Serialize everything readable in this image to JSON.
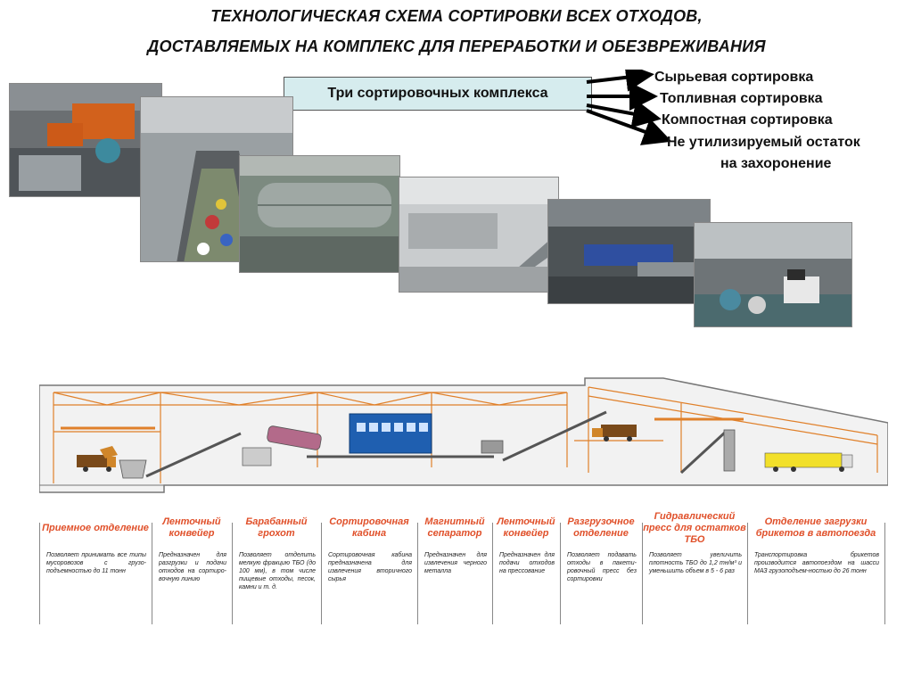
{
  "title_line1": "ТЕХНОЛОГИЧЕСКАЯ СХЕМА СОРТИРОВКИ ВСЕХ ОТХОДОВ,",
  "title_line2": "ДОСТАВЛЯЕМЫХ НА КОМПЛЕКС ДЛЯ ПЕРЕРАБОТКИ И ОБЕЗВРЕЖИВАНИЯ",
  "complex_box": "Три сортировочных комплекса",
  "branches": [
    "Сырьевая сортировка",
    "Топливная сортировка",
    "Компостная сортировка",
    "Не утилизируемый остаток",
    "на захоронение"
  ],
  "colors": {
    "box_fill": "#d6ecee",
    "frame_orange": "#e0802a",
    "heading_red": "#e0502a",
    "cabin_blue": "#1f5fb0"
  },
  "stages": [
    {
      "title": "Приемное отделение",
      "desc": "Позволяет принимать все типы мусоровозов с грузо-подъемностью до 11 тонн"
    },
    {
      "title": "Ленточный конвейер",
      "desc": "Предназначен для разгрузки и подачи отходов на сортиро-вочную линию"
    },
    {
      "title": "Барабанный грохот",
      "desc": "Позволяет отделить мелкую фракцию ТБО (до 100 мм), в том числе пищевые отходы, песок, камни и т. д."
    },
    {
      "title": "Сортировочная кабина",
      "desc": "Сортировочная кабина предназначена для извлечения вторичного сырья"
    },
    {
      "title": "Магнитный сепаратор",
      "desc": "Предназначен для извлечения черного металла"
    },
    {
      "title": "Ленточный конвейер",
      "desc": "Предназначен для подачи отходов на прессование"
    },
    {
      "title": "Разгрузочное отделение",
      "desc": "Позволяет подавать отходы в пакети-ровочный пресс без сортировки"
    },
    {
      "title": "Гидравлический пресс для остатков ТБО",
      "desc": "Позволяет увеличить плотность ТБО до 1,2 тн/м³ и уменьшить объем в 5 - 6 раз"
    },
    {
      "title": "Отделение загрузки брикетов в автопоезда",
      "desc": "Транспортировка брикетов производится автопоездом на шасси МАЗ грузоподъем-ностью до 26 тонн"
    }
  ]
}
